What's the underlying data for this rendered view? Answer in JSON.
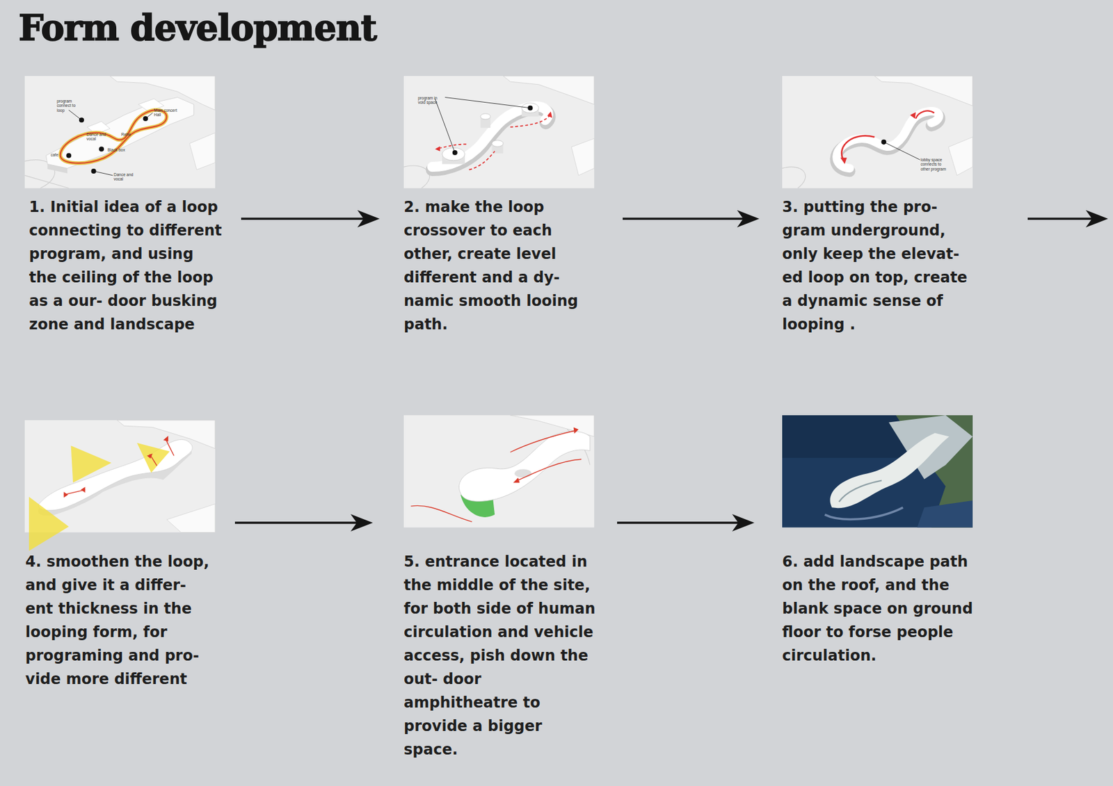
{
  "diagram": {
    "title": "Form development",
    "nodes": [
      {
        "text": [
          "1. Initial idea of a loop connecting to different program, and using the ceiling of the loop as a our- door busking zone and landscape"
        ]
      },
      {
        "text": [
          "2. make the loop crossover to each other, create level different and a dy- namic smooth looing path."
        ]
      },
      {
        "text": [
          "3. putting the pro- gram underground, only keep the elevat- ed loop on top, create a dynamic sense of looping ."
        ]
      },
      {
        "text": [
          "4. smoothen the loop, and give it a differ- ent thickness in the looping form, for programing and pro- vide more different"
        ]
      },
      {
        "text": [
          "5. entrance located in the middle of the site, for both side of human circulation and vehicle access, pish down the out- door amphitheatre to provide a bigger space."
        ]
      },
      {
        "text": [
          "6. add landscape path on the roof, and the blank space on ground floor to forse people circulation."
        ]
      }
    ],
    "edges": [
      {
        "from": 0,
        "to": 1,
        "arrow": "to"
      },
      {
        "from": 1,
        "to": 2,
        "arrow": "to"
      },
      {
        "from": 3,
        "to": 4,
        "arrow": "to"
      },
      {
        "from": 4,
        "to": 5,
        "arrow": "to"
      }
    ],
    "labels": [
      "program connect to loop",
      "Main concert Hall",
      "Dance and vocal",
      "Rehe",
      "Black box",
      "cafe",
      "Dance and vocal",
      "program in void space",
      "lobby space connects to other program"
    ]
  }
}
